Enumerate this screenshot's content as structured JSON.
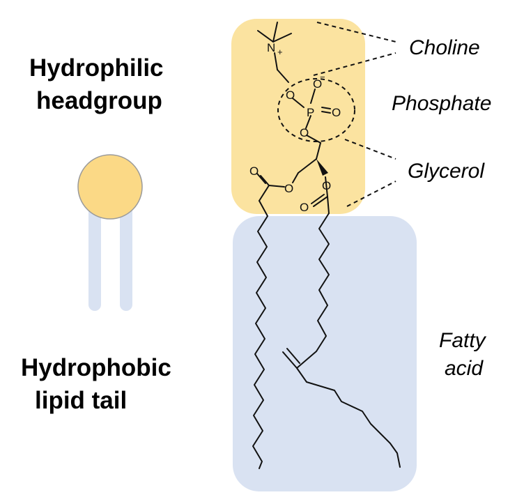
{
  "labels": {
    "headgroup_line1": "Hydrophilic",
    "headgroup_line2": "headgroup",
    "tail_line1": "Hydrophobic",
    "tail_line2": "lipid tail",
    "choline": "Choline",
    "phosphate": "Phosphate",
    "glycerol": "Glycerol",
    "fatty_line1": "Fatty",
    "fatty_line2": "acid"
  },
  "atoms": {
    "nitrogen": "N",
    "plus": "+",
    "phosphorus": "P",
    "oxygen": "O",
    "minus": "−"
  },
  "colors": {
    "head_region": "#fbe3a0",
    "tail_region": "#d9e2f2",
    "icon_head": "#fbd986",
    "icon_tail": "#d9e2f2",
    "line": "#111111"
  },
  "icons": {
    "lipid_symbol": "lipid-molecule-icon"
  }
}
